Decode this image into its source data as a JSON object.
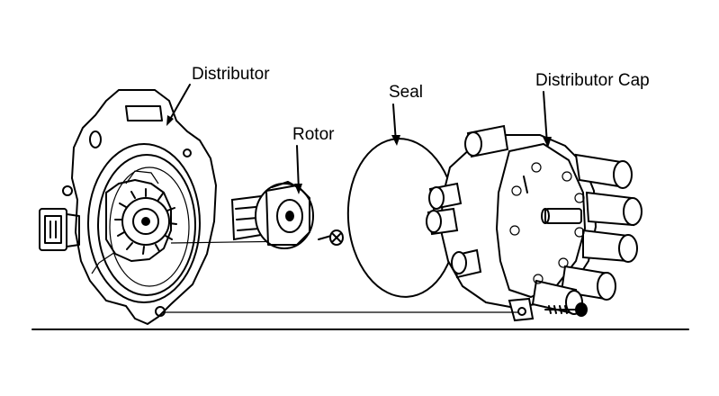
{
  "labels": {
    "distributor": "Distributor",
    "rotor": "Rotor",
    "seal": "Seal",
    "distributor_cap": "Distributor Cap"
  },
  "colors": {
    "ink": "#000000",
    "background": "#ffffff"
  }
}
